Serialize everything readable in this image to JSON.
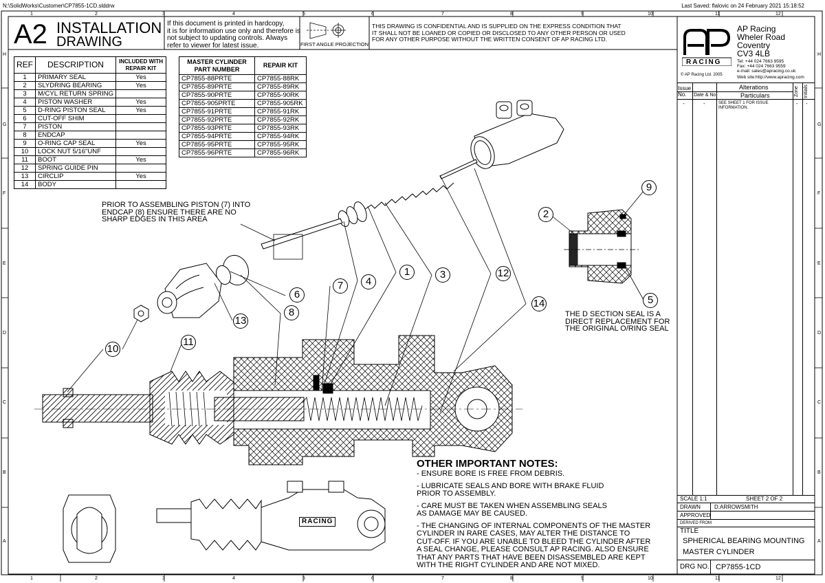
{
  "file_path": "N:\\SolidWorks\\Customer\\CP7855-1CD.slddrw",
  "last_saved": "Last Saved: flalovic on 24 February 2021 15:18:52",
  "zones": {
    "columns": [
      "1",
      "2",
      "3",
      "4",
      "5",
      "6",
      "7",
      "8",
      "9",
      "10",
      "11",
      "12"
    ],
    "rows": [
      "H",
      "G",
      "F",
      "E",
      "D",
      "C",
      "B",
      "A"
    ]
  },
  "title_block": {
    "size": "A2",
    "title_line1": "INSTALLATION",
    "title_line2": "DRAWING",
    "hardcopy_notice": [
      "If this document is printed in hardcopy,",
      "it is for information use only and therefore is",
      "not subject to updating controls. Always",
      "refer to viewer for latest issue."
    ],
    "projection_label": "FIRST ANGLE PROJECTION",
    "confidential": [
      "THIS DRAWING IS CONFIDENTIAL AND IS SUPPLIED ON THE EXPRESS CONDITION THAT",
      "IT SHALL NOT BE LOANED OR COPIED OR DISCLOSED TO ANY OTHER PERSON OR USED",
      "FOR ANY OTHER PURPOSE WITHOUT THE WRITTEN CONSENT OF AP RACING LTD."
    ]
  },
  "company": {
    "logo_text": "RACING",
    "copyright": "© AP Racing Ltd. 2005",
    "address": [
      "AP Racing",
      "Wheler Road",
      "Coventry",
      "CV3 4LB"
    ],
    "contact": [
      "Tel: +44 024 7663 9595",
      "Fax: +44 024 7663 9559",
      "e-mail: sales@apracing.co.uk",
      "Web site:http://www.apracing.com"
    ]
  },
  "alterations": {
    "headers": {
      "issue": "Issue",
      "no": "No.",
      "date_no": "Date & No.",
      "alterations": "Alterations",
      "particulars": "Particulars",
      "zone": "Zone",
      "initials": "Initials"
    },
    "row": {
      "issue": "-",
      "date": "-",
      "particulars": "SEE SHEET 1 FOR ISSUE INFORMATION.",
      "zone": "-",
      "initials": "-"
    }
  },
  "parts_table": {
    "headers": {
      "ref": "REF",
      "description": "DESCRIPTION",
      "repair_kit": "INCLUDED WITH REPAIR KIT"
    },
    "rows": [
      {
        "ref": "1",
        "description": "PRIMARY SEAL",
        "kit": "Yes"
      },
      {
        "ref": "2",
        "description": "SLYDRING BEARING",
        "kit": "Yes"
      },
      {
        "ref": "3",
        "description": "M/CYL RETURN SPRING",
        "kit": ""
      },
      {
        "ref": "4",
        "description": "PISTON WASHER",
        "kit": "Yes"
      },
      {
        "ref": "5",
        "description": "D-RING PISTON SEAL",
        "kit": "Yes"
      },
      {
        "ref": "6",
        "description": "CUT-OFF SHIM",
        "kit": ""
      },
      {
        "ref": "7",
        "description": "PISTON",
        "kit": ""
      },
      {
        "ref": "8",
        "description": "ENDCAP",
        "kit": ""
      },
      {
        "ref": "9",
        "description": "O-RING CAP SEAL",
        "kit": "Yes"
      },
      {
        "ref": "10",
        "description": "LOCK NUT 5/16\"UNF",
        "kit": ""
      },
      {
        "ref": "11",
        "description": "BOOT",
        "kit": "Yes"
      },
      {
        "ref": "12",
        "description": "SPRING GUIDE PIN",
        "kit": ""
      },
      {
        "ref": "13",
        "description": "CIRCLIP",
        "kit": "Yes"
      },
      {
        "ref": "14",
        "description": "BODY",
        "kit": ""
      }
    ]
  },
  "kit_table": {
    "headers": {
      "part_number": "MASTER CYLINDER PART NUMBER",
      "repair_kit": "REPAIR KIT"
    },
    "rows": [
      {
        "part": "CP7855-88PRTE",
        "kit": "CP7855-88RK"
      },
      {
        "part": "CP7855-89PRTE",
        "kit": "CP7855-89RK"
      },
      {
        "part": "CP7855-90PRTE",
        "kit": "CP7855-90RK"
      },
      {
        "part": "CP7855-905PRTE",
        "kit": "CP7855-905RK"
      },
      {
        "part": "CP7855-91PRTE",
        "kit": "CP7855-91RK"
      },
      {
        "part": "CP7855-92PRTE",
        "kit": "CP7855-92RK"
      },
      {
        "part": "CP7855-93PRTE",
        "kit": "CP7855-93RK"
      },
      {
        "part": "CP7855-94PRTE",
        "kit": "CP7855-94RK"
      },
      {
        "part": "CP7855-95PRTE",
        "kit": "CP7855-95RK"
      },
      {
        "part": "CP7855-96PRTE",
        "kit": "CP7855-96RK"
      }
    ]
  },
  "annotations": {
    "piston_note": [
      "PRIOR TO ASSEMBLING PISTON (7) INTO",
      "ENDCAP (8) ENSURE THERE ARE NO",
      "SHARP EDGES IN THIS AREA"
    ],
    "dseal_note": [
      "THE D SECTION SEAL IS A",
      "DIRECT REPLACEMENT FOR",
      "THE ORIGINAL O/RING SEAL"
    ],
    "balloons": [
      "1",
      "2",
      "3",
      "4",
      "5",
      "6",
      "7",
      "8",
      "9",
      "10",
      "11",
      "12",
      "13",
      "14"
    ],
    "logo_side": "RACING"
  },
  "notes": {
    "heading": "OTHER IMPORTANT NOTES:",
    "items": [
      "- ENSURE BORE IS FREE FROM DEBRIS.",
      "- LUBRICATE SEALS AND BORE WITH BRAKE FLUID\n  PRIOR TO ASSEMBLY.",
      "- CARE MUST BE TAKEN WHEN ASSEMBLING SEALS\n  AS DAMAGE MAY BE CAUSED.",
      "- THE CHANGING OF INTERNAL COMPONENTS OF THE MASTER\n  CYLINDER IN RARE CASES, MAY ALTER THE DISTANCE TO\n  CUT-OFF. IF YOU ARE UNABLE TO BLEED THE CYLINDER AFTER\n  A SEAL CHANGE, PLEASE CONSULT AP RACING. ALSO ENSURE\n  THAT ANY PARTS THAT HAVE BEEN DISASSEMBLED ARE KEPT\n  WITH THE RIGHT CYLINDER AND ARE NOT MIXED."
    ]
  },
  "sheet_info": {
    "scale": "SCALE 1:1",
    "sheet": "SHEET 2  OF  2",
    "drawn_label": "DRAWN",
    "drawn_by": "D.ARROWSMITH",
    "approved_label": "APPROVED",
    "derived_label": "DERIVED FROM",
    "title_label": "TITLE",
    "title_line1": "SPHERICAL BEARING MOUNTING",
    "title_line2": "MASTER CYLINDER",
    "drg_label": "DRG NO.",
    "drg_no": "CP7855-1CD"
  }
}
